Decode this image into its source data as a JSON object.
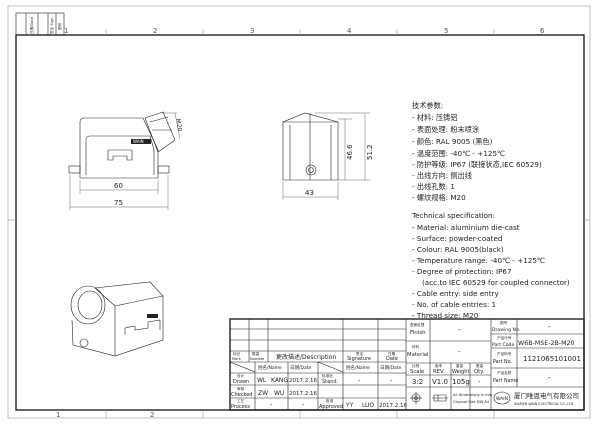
{
  "zones": [
    "1",
    "2",
    "3",
    "4",
    "5",
    "6"
  ],
  "corner_block": {
    "cells": [
      "日期/Date",
      "签名 Sign",
      "图号"
    ]
  },
  "dimensions": {
    "front_width": "60",
    "front_total": "75",
    "thread": "M20",
    "side_width": "43",
    "side_height_1": "46.6",
    "side_height_2": "51.2"
  },
  "brand_mark": "WAIN",
  "spec_cn": {
    "title": "技术参数:",
    "items": [
      "- 材料: 压铸铝",
      "- 表面处理: 粉末喷涂",
      "- 颜色: RAL 9005 (黑色)",
      "- 温度范围: -40℃ - +125℃",
      "- 防护等级: IP67 (联接状态,IEC 60529)",
      "- 出线方向: 侧出线",
      "- 出线孔数: 1",
      "- 螺纹规格: M20"
    ]
  },
  "spec_en": {
    "title": "Technical specification:",
    "items": [
      "- Material: aluminium die-cast",
      "- Surface: powder-coated",
      "- Colour: RAL 9005(black)",
      "- Temperature range: -40℃ - +125℃",
      "- Degree of protection: IP67",
      "  (acc.to IEC 60529 for coupled connector)",
      "- Cable entry: side entry",
      "- No. of cable entries: 1",
      "- Thread size: M20"
    ]
  },
  "title_block": {
    "rev_header": {
      "mark_cn": "标记",
      "mark": "Mark",
      "number_cn": "数量",
      "number": "Number",
      "desc": "更改描述/Description",
      "sign_cn": "签名",
      "sign": "Signature",
      "date_cn": "日期",
      "date": "Date"
    },
    "name_header": "姓名/Name",
    "date_header": "日期/Date",
    "drawn": {
      "cn": "设计",
      "en": "Drawn",
      "name1": "WL",
      "name2": "KANG",
      "date": "2017.2.16"
    },
    "stand": {
      "cn": "标准化",
      "en": "Stand.",
      "name": "-",
      "date": "-"
    },
    "checked": {
      "cn": "审核",
      "en": "Checked",
      "name1": "ZW",
      "name2": "WU",
      "date": "2017.2.16"
    },
    "process": {
      "cn": "工艺",
      "en": "Process",
      "name": "-",
      "date": "-"
    },
    "approved": {
      "cn": "批准",
      "en": "Approved",
      "name1": "YY",
      "name2": "LUO",
      "date": "2017.2.16"
    },
    "finish": {
      "cn": "表面处理",
      "en": "Finish",
      "value": "-"
    },
    "material": {
      "cn": "材料",
      "en": "Material",
      "value": "-"
    },
    "scale": {
      "cn": "比例",
      "en": "Scale",
      "value": "3:2"
    },
    "rev": {
      "cn": "版本",
      "en": "REV.",
      "value": "V1.0"
    },
    "weight": {
      "cn": "重量",
      "en": "Weight",
      "value": "105g"
    },
    "qty": {
      "cn": "数量",
      "en": "Qty.",
      "value": "-"
    },
    "dims_note_1": "All Dimensions in mm",
    "dims_note_2": "Original Size DIN A4",
    "drawing_no": {
      "cn": "图号",
      "en": "Drawing No.",
      "value": "-"
    },
    "part_code": {
      "cn": "产品代号",
      "en": "Part Code",
      "value": "W6B-MSE-2B-M20"
    },
    "part_no": {
      "cn": "产品料号",
      "en": "Part No.",
      "value": "1121065101001"
    },
    "part_name": {
      "cn": "产品名称",
      "en": "Part Name",
      "value": "-"
    },
    "company_cn": "厦门唯恩电气有限公司",
    "company_en": "XIAMEN WAIN ELECTRICAL CO.,LTD",
    "logo": "WAIN"
  }
}
